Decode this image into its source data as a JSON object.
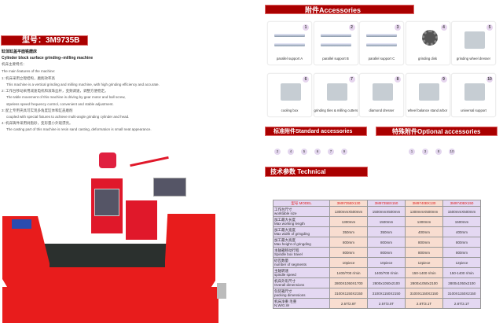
{
  "left": {
    "model_title": "型号：3M9735B",
    "name_cn": "缸体缸盖平面铣磨床",
    "name_en": "Cylinder block surface grinding--milling machine",
    "features_cn": "机床主要特点：",
    "features_en": "The main features of the machine:",
    "items": [
      {
        "cn": "1: 机床采用立镗结构，磨削效率高",
        "en": "This machine is a vertical grinding and milling machine, with high grinding efficiency and accurate."
      },
      {
        "cn": "2: 工作台移动采用减速电机和滚珠丝杆，变频调速，调整方便稳定。",
        "en": "The table movement of this machine is driving by gear motor and ball screw,",
        "en2": "stpeless speed frequency control, convenient and stable adjustment."
      },
      {
        "cn": "3: 配上专用夹具可实现多角度缸体和缸盖磨削",
        "en": "coupled with special fixtures to achieve multi-angle grinding cylinder and head."
      },
      {
        "cn": "4: 机床铸件采用树脂砂，变形量小外观漂亮。",
        "en": "The casting part of this machine is resin sand casting, deformation is small neat appearance."
      }
    ]
  },
  "accessories": {
    "title": "附件Accessories",
    "items": [
      {
        "num": "1",
        "label": "parallel  support A"
      },
      {
        "num": "2",
        "label": "parallel  support   B"
      },
      {
        "num": "3",
        "label": "parallel  support C"
      },
      {
        "num": "4",
        "label": "grinding disk"
      },
      {
        "num": "5",
        "label": "grinding wheel dresser"
      },
      {
        "num": "6",
        "label": "cooling box"
      },
      {
        "num": "7",
        "label": "grinding tiles & milling cutters"
      },
      {
        "num": "8",
        "label": "diamond dresser"
      },
      {
        "num": "9",
        "label": "wheel balance stand arbor"
      },
      {
        "num": "10",
        "label": "universal support"
      }
    ],
    "standard_title": "标准附件Standard  accessories",
    "standard": [
      "2",
      "4",
      "5",
      "6",
      "7",
      "9"
    ],
    "optional_title": "特殊附件Optional accessories",
    "optional": [
      "1",
      "3",
      "8",
      "10"
    ]
  },
  "specs": {
    "title": "技术参数 Technical Specifications",
    "header": [
      "型号 MODEL",
      "3M9735BX130",
      "3M9735BX150",
      "3M9740BX130",
      "3M9740BX150"
    ],
    "rows": [
      {
        "cn": "工作台尺寸",
        "en": "worktable size",
        "v": [
          "1300mmX500mm",
          "1500mmX500mm",
          "1300mmX500mm",
          "1500mmX500mm"
        ]
      },
      {
        "cn": "加工最大长度",
        "en": "Max working length",
        "v": [
          "1300mm",
          "1500mm",
          "1300mm",
          "1500mm"
        ]
      },
      {
        "cn": "加工最大宽度",
        "en": "Max width of gringding",
        "v": [
          "350mm",
          "350mm",
          "400mm",
          "400mm"
        ]
      },
      {
        "cn": "加工最大高度",
        "en": "Max height of gringding",
        "v": [
          "800mm",
          "800mm",
          "800mm",
          "800mm"
        ]
      },
      {
        "cn": "主轴箱移动行程",
        "en": "Spindle box travel",
        "v": [
          "800mm",
          "800mm",
          "800mm",
          "800mm"
        ]
      },
      {
        "cn": "砂瓦数量",
        "en": "number of segments",
        "v": [
          "10piece",
          "10piece",
          "12piece",
          "12piece"
        ]
      },
      {
        "cn": "主轴转速",
        "en": "spindle speed",
        "v": [
          "1400/700 r/min",
          "1400/700 r/min",
          "150-1400 r/min",
          "150-1400 r/min"
        ]
      },
      {
        "cn": "机床外形尺寸",
        "en": "Overall dimensions",
        "v": [
          "2800X1050X1700",
          "2800x1050x2100",
          "2800x1050x2100",
          "2800x1050x2100"
        ]
      },
      {
        "cn": "包装箱尺寸",
        "en": "packing dimensions",
        "v": [
          "3100X1150X2150",
          "3100X1150X2150",
          "3100X1150X2150",
          "3100X1150X2150"
        ]
      },
      {
        "cn": "机床净重 毛重",
        "en": "N.W/G.W",
        "v": [
          "2.5T/2.8T",
          "2.5T/3.0T",
          "2.8T/3.1T",
          "2.8T/3.1T"
        ]
      }
    ]
  }
}
